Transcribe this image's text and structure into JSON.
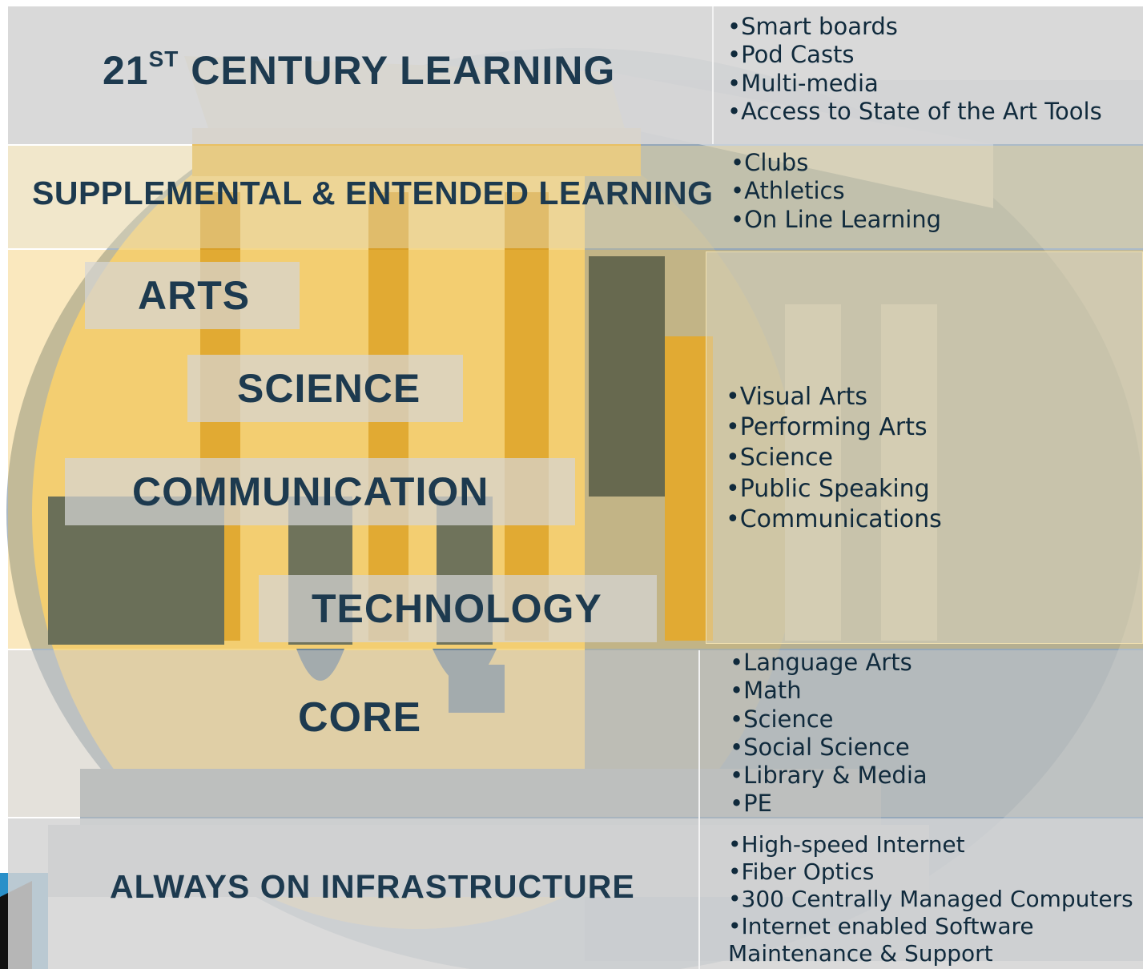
{
  "palette": {
    "gold": "#e8b540",
    "navy": "#1d3a4f",
    "steel": "#8fa3b5",
    "light_gray": "#d7d7d7"
  },
  "tiers": {
    "century": {
      "heading_main": "21",
      "heading_sup": "ST",
      "heading_rest": " CENTURY LEARNING",
      "items": [
        "Smart boards",
        "Pod Casts",
        "Multi-media",
        "Access to State of the Art Tools"
      ]
    },
    "supplemental": {
      "heading": "SUPPLEMENTAL & ENTENDED LEARNING",
      "items": [
        "Clubs",
        "Athletics",
        "On Line Learning"
      ]
    },
    "pillars": {
      "labels": [
        "ARTS",
        "SCIENCE",
        "COMMUNICATION",
        "TECHNOLOGY"
      ],
      "items": [
        "Visual Arts",
        "Performing Arts",
        "Science",
        "Public Speaking",
        "Communications"
      ]
    },
    "core": {
      "heading": "CORE",
      "items": [
        "Language Arts",
        "Math",
        "Science",
        "Social Science",
        "Library & Media",
        "PE"
      ]
    },
    "infrastructure": {
      "heading": "ALWAYS ON INFRASTRUCTURE",
      "items": [
        "High-speed Internet",
        "Fiber Optics",
        "300 Centrally Managed Computers",
        "Internet enabled Software"
      ],
      "item_continuation": "Maintenance & Support"
    }
  }
}
